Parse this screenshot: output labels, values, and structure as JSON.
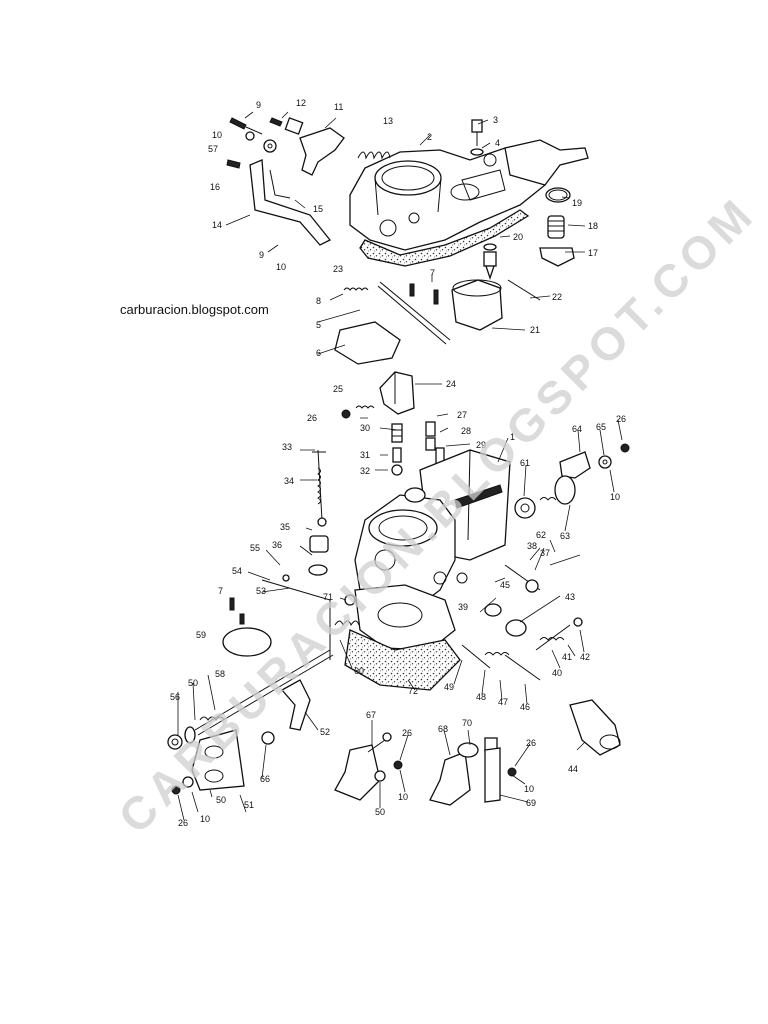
{
  "caption": "carburacion.blogspot.com",
  "watermark": "CARBURACION.BLOGSPOT.COM",
  "callouts": {
    "c1": "1",
    "c2": "2",
    "c3": "3",
    "c4": "4",
    "c5": "5",
    "c6": "6",
    "c7": "7",
    "c8": "8",
    "c9": "9",
    "c10": "10",
    "c11": "11",
    "c12": "12",
    "c13": "13",
    "c14": "14",
    "c15": "15",
    "c16": "16",
    "c17": "17",
    "c18": "18",
    "c19": "19",
    "c20": "20",
    "c21": "21",
    "c22": "22",
    "c23": "23",
    "c24": "24",
    "c25": "25",
    "c26": "26",
    "c27": "27",
    "c28": "28",
    "c29": "29",
    "c30": "30",
    "c31": "31",
    "c32": "32",
    "c33": "33",
    "c34": "34",
    "c35": "35",
    "c36": "36",
    "c37": "37",
    "c38": "38",
    "c39": "39",
    "c40": "40",
    "c41": "41",
    "c42": "42",
    "c43": "43",
    "c44": "44",
    "c45": "45",
    "c46": "46",
    "c47": "47",
    "c48": "48",
    "c49": "49",
    "c50": "50",
    "c51": "51",
    "c52": "52",
    "c53": "53",
    "c54": "54",
    "c55": "55",
    "c56": "56",
    "c57": "57",
    "c58": "58",
    "c59": "59",
    "c60": "60",
    "c61": "61",
    "c62": "62",
    "c63": "63",
    "c64": "64",
    "c65": "65",
    "c66": "66",
    "c67": "67",
    "c68": "68",
    "c69": "69",
    "c70": "70",
    "c71": "71",
    "c72": "72"
  }
}
